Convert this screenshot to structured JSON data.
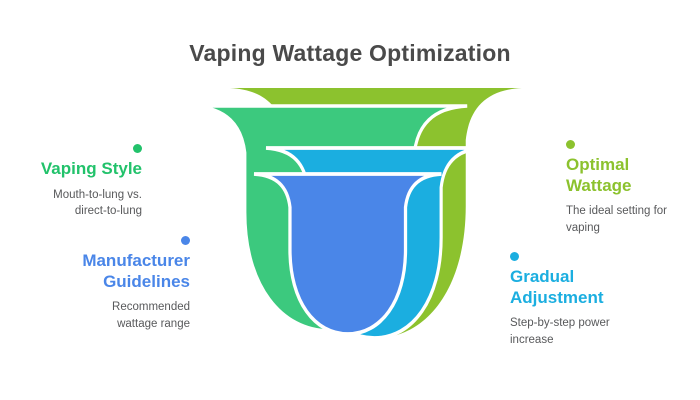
{
  "header": {
    "title": "Vaping Wattage Optimization"
  },
  "colors": {
    "title_text": "#4a4a4a",
    "body_text": "#58595b",
    "olive_green": "#8CC22E",
    "emerald_green": "#3CC97E",
    "cyan_blue": "#1BAEE0",
    "royal_blue": "#4A86E8",
    "dot_green": "#22C26B",
    "dot_blue": "#4A86E8",
    "dot_olive": "#8CC22E",
    "dot_cyan": "#1BAEE0",
    "separator": "#ffffff",
    "background": "#ffffff"
  },
  "callouts": [
    {
      "id": "vaping-style",
      "label": "Vaping Style",
      "description": "Mouth-to-lung vs.\ndirect-to-lung",
      "color": "#22C26B",
      "dot_color": "#22C26B",
      "side": "left"
    },
    {
      "id": "manufacturer-guidelines",
      "label": "Manufacturer\nGuidelines",
      "description": "Recommended\nwattage range",
      "color": "#4A86E8",
      "dot_color": "#4A86E8",
      "side": "left"
    },
    {
      "id": "optimal-wattage",
      "label": "Optimal\nWattage",
      "description": "The ideal setting for\nvaping",
      "color": "#8CC22E",
      "dot_color": "#8CC22E",
      "side": "right"
    },
    {
      "id": "gradual-adjustment",
      "label": "Gradual\nAdjustment",
      "description": "Step-by-step power\nincrease",
      "color": "#1BAEE0",
      "dot_color": "#1BAEE0",
      "side": "right"
    }
  ],
  "graphic": {
    "name": "nested-funnel-diagram",
    "layer_count": 4,
    "layers": [
      {
        "id": "layer-olive",
        "color": "#8CC22E",
        "order": 1
      },
      {
        "id": "layer-emerald",
        "color": "#3CC97E",
        "order": 2
      },
      {
        "id": "layer-cyan",
        "color": "#1BAEE0",
        "order": 3
      },
      {
        "id": "layer-blue",
        "color": "#4A86E8",
        "order": 4
      }
    ]
  }
}
